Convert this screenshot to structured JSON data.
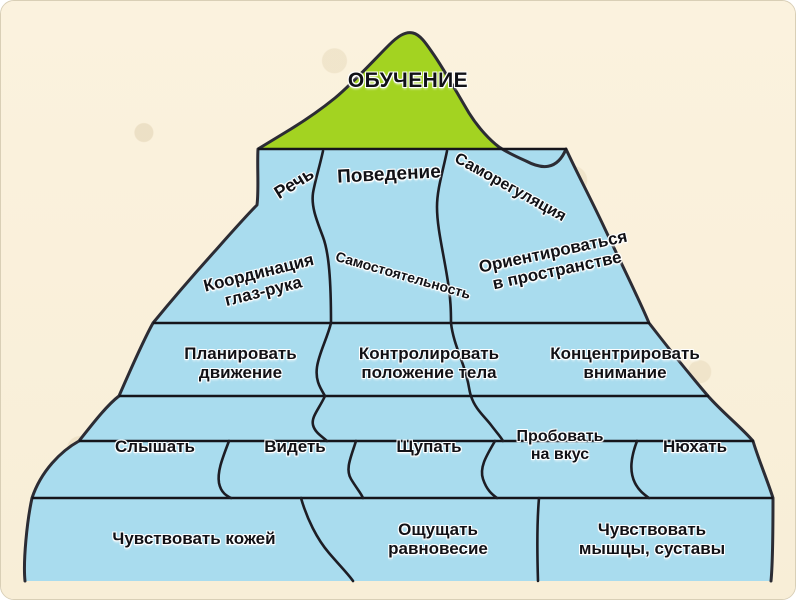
{
  "figure": {
    "title_segment": "ОБУЧЕНИЕ",
    "background_color": "#fbf2de",
    "tier_color": "#a9dcee",
    "top_color": "#a3d321",
    "outline_color": "#2c2c34",
    "text_color": "#111116"
  },
  "pyramid": {
    "tiers": [
      {
        "index": 1,
        "name": "learning-peak",
        "color": "#a3d321",
        "segments": [
          {
            "label": "ОБУЧЕНИЕ",
            "rotation": 0
          }
        ]
      },
      {
        "index": 2,
        "name": "cognitive-tier",
        "color": "#a9dcee",
        "segments": [
          {
            "label": "Речь",
            "rotation": -32
          },
          {
            "label": "Поведение",
            "rotation": -4
          },
          {
            "label": "Саморегуляция",
            "rotation": 28
          }
        ]
      },
      {
        "index": 3,
        "name": "perceptual-motor-tier",
        "color": "#a9dcee",
        "segments": [
          {
            "label": "Координация глаз-рука",
            "rotation": -14
          },
          {
            "label": "Самостоятельность",
            "rotation": 16
          },
          {
            "label": "Ориентироваться в пространстве",
            "rotation": -13
          }
        ]
      },
      {
        "index": 4,
        "name": "motor-control-tier",
        "color": "#a9dcee",
        "segments": [
          {
            "label": "Планировать движение",
            "rotation": 0
          },
          {
            "label": "Контролировать положение тела",
            "rotation": 0
          },
          {
            "label": "Концентрировать внимание",
            "rotation": 0
          }
        ]
      },
      {
        "index": 5,
        "name": "senses-tier",
        "color": "#a9dcee",
        "segments": [
          {
            "label": "Слышать",
            "rotation": 0
          },
          {
            "label": "Видеть",
            "rotation": 0
          },
          {
            "label": "Щупать",
            "rotation": 0
          },
          {
            "label": "Пробовать на вкус",
            "rotation": 0
          },
          {
            "label": "Нюхать",
            "rotation": 0
          }
        ]
      },
      {
        "index": 6,
        "name": "base-sensory-tier",
        "color": "#a9dcee",
        "segments": [
          {
            "label": "Чувствовать кожей",
            "rotation": 0
          },
          {
            "label": "Ощущать равновесие",
            "rotation": 0
          },
          {
            "label": "Чувствовать мышцы, суставы",
            "rotation": 0
          }
        ]
      }
    ]
  },
  "labels": {
    "t1s1": "ОБУЧЕНИЕ",
    "t2s1": "Речь",
    "t2s2": "Поведение",
    "t2s3": "Саморегуляция",
    "t3s1a": "Координация",
    "t3s1b": "глаз-рука",
    "t3s2": "Самостоятельность",
    "t3s3a": "Ориентироваться",
    "t3s3b": "в пространстве",
    "t4s1a": "Планировать",
    "t4s1b": "движение",
    "t4s2a": "Контролировать",
    "t4s2b": "положение тела",
    "t4s3a": "Концентрировать",
    "t4s3b": "внимание",
    "t5s1": "Слышать",
    "t5s2": "Видеть",
    "t5s3": "Щупать",
    "t5s4a": "Пробовать",
    "t5s4b": "на вкус",
    "t5s5": "Нюхать",
    "t6s1": "Чувствовать кожей",
    "t6s2a": "Ощущать",
    "t6s2b": "равновесие",
    "t6s3a": "Чувствовать",
    "t6s3b": "мышцы, суставы"
  }
}
